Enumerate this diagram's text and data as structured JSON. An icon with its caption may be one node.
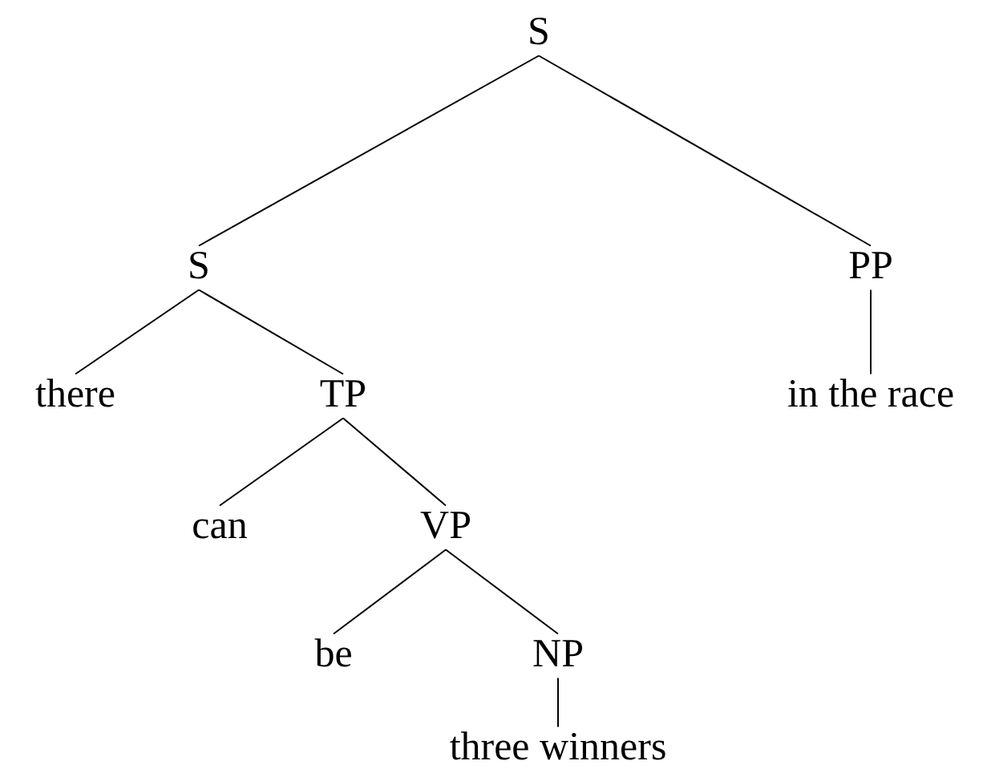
{
  "diagram": {
    "nodes": [
      {
        "text": [
          "S"
        ]
      },
      {
        "text": [
          "S"
        ]
      },
      {
        "text": [
          "PP"
        ]
      },
      {
        "text": [
          "there"
        ]
      },
      {
        "text": [
          "TP"
        ]
      },
      {
        "text": [
          "in the race"
        ]
      },
      {
        "text": [
          "can"
        ]
      },
      {
        "text": [
          "VP"
        ]
      },
      {
        "text": [
          "be"
        ]
      },
      {
        "text": [
          "NP"
        ]
      },
      {
        "text": [
          "three winners"
        ]
      }
    ],
    "edges": [
      {
        "from": 0,
        "to": 1,
        "arrow": "none"
      },
      {
        "from": 0,
        "to": 2,
        "arrow": "none"
      },
      {
        "from": 1,
        "to": 3,
        "arrow": "none"
      },
      {
        "from": 1,
        "to": 4,
        "arrow": "none"
      },
      {
        "from": 2,
        "to": 5,
        "arrow": "none"
      },
      {
        "from": 4,
        "to": 6,
        "arrow": "none"
      },
      {
        "from": 4,
        "to": 7,
        "arrow": "none"
      },
      {
        "from": 7,
        "to": 8,
        "arrow": "none"
      },
      {
        "from": 7,
        "to": 9,
        "arrow": "none"
      },
      {
        "from": 9,
        "to": 10,
        "arrow": "none"
      }
    ]
  }
}
